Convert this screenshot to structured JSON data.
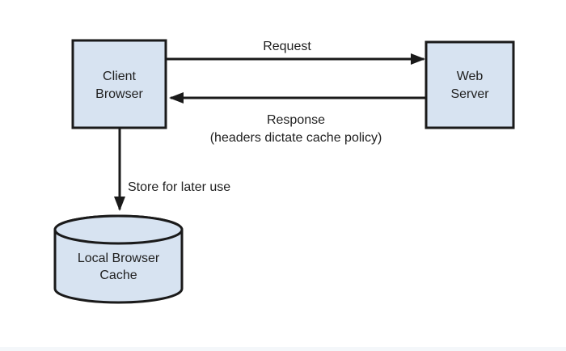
{
  "diagram": {
    "nodes": {
      "client": {
        "lines": [
          "Client",
          "Browser"
        ]
      },
      "server": {
        "lines": [
          "Web",
          "Server"
        ]
      },
      "cache": {
        "lines": [
          "Local Browser",
          "Cache"
        ]
      }
    },
    "edges": {
      "request": {
        "label": "Request"
      },
      "response": {
        "label": "Response",
        "sublabel": "(headers dictate cache policy)"
      },
      "store": {
        "label": "Store for later use"
      }
    },
    "colors": {
      "node_fill": "#d7e3f1",
      "stroke": "#1a1a1a",
      "text": "#212121"
    }
  }
}
